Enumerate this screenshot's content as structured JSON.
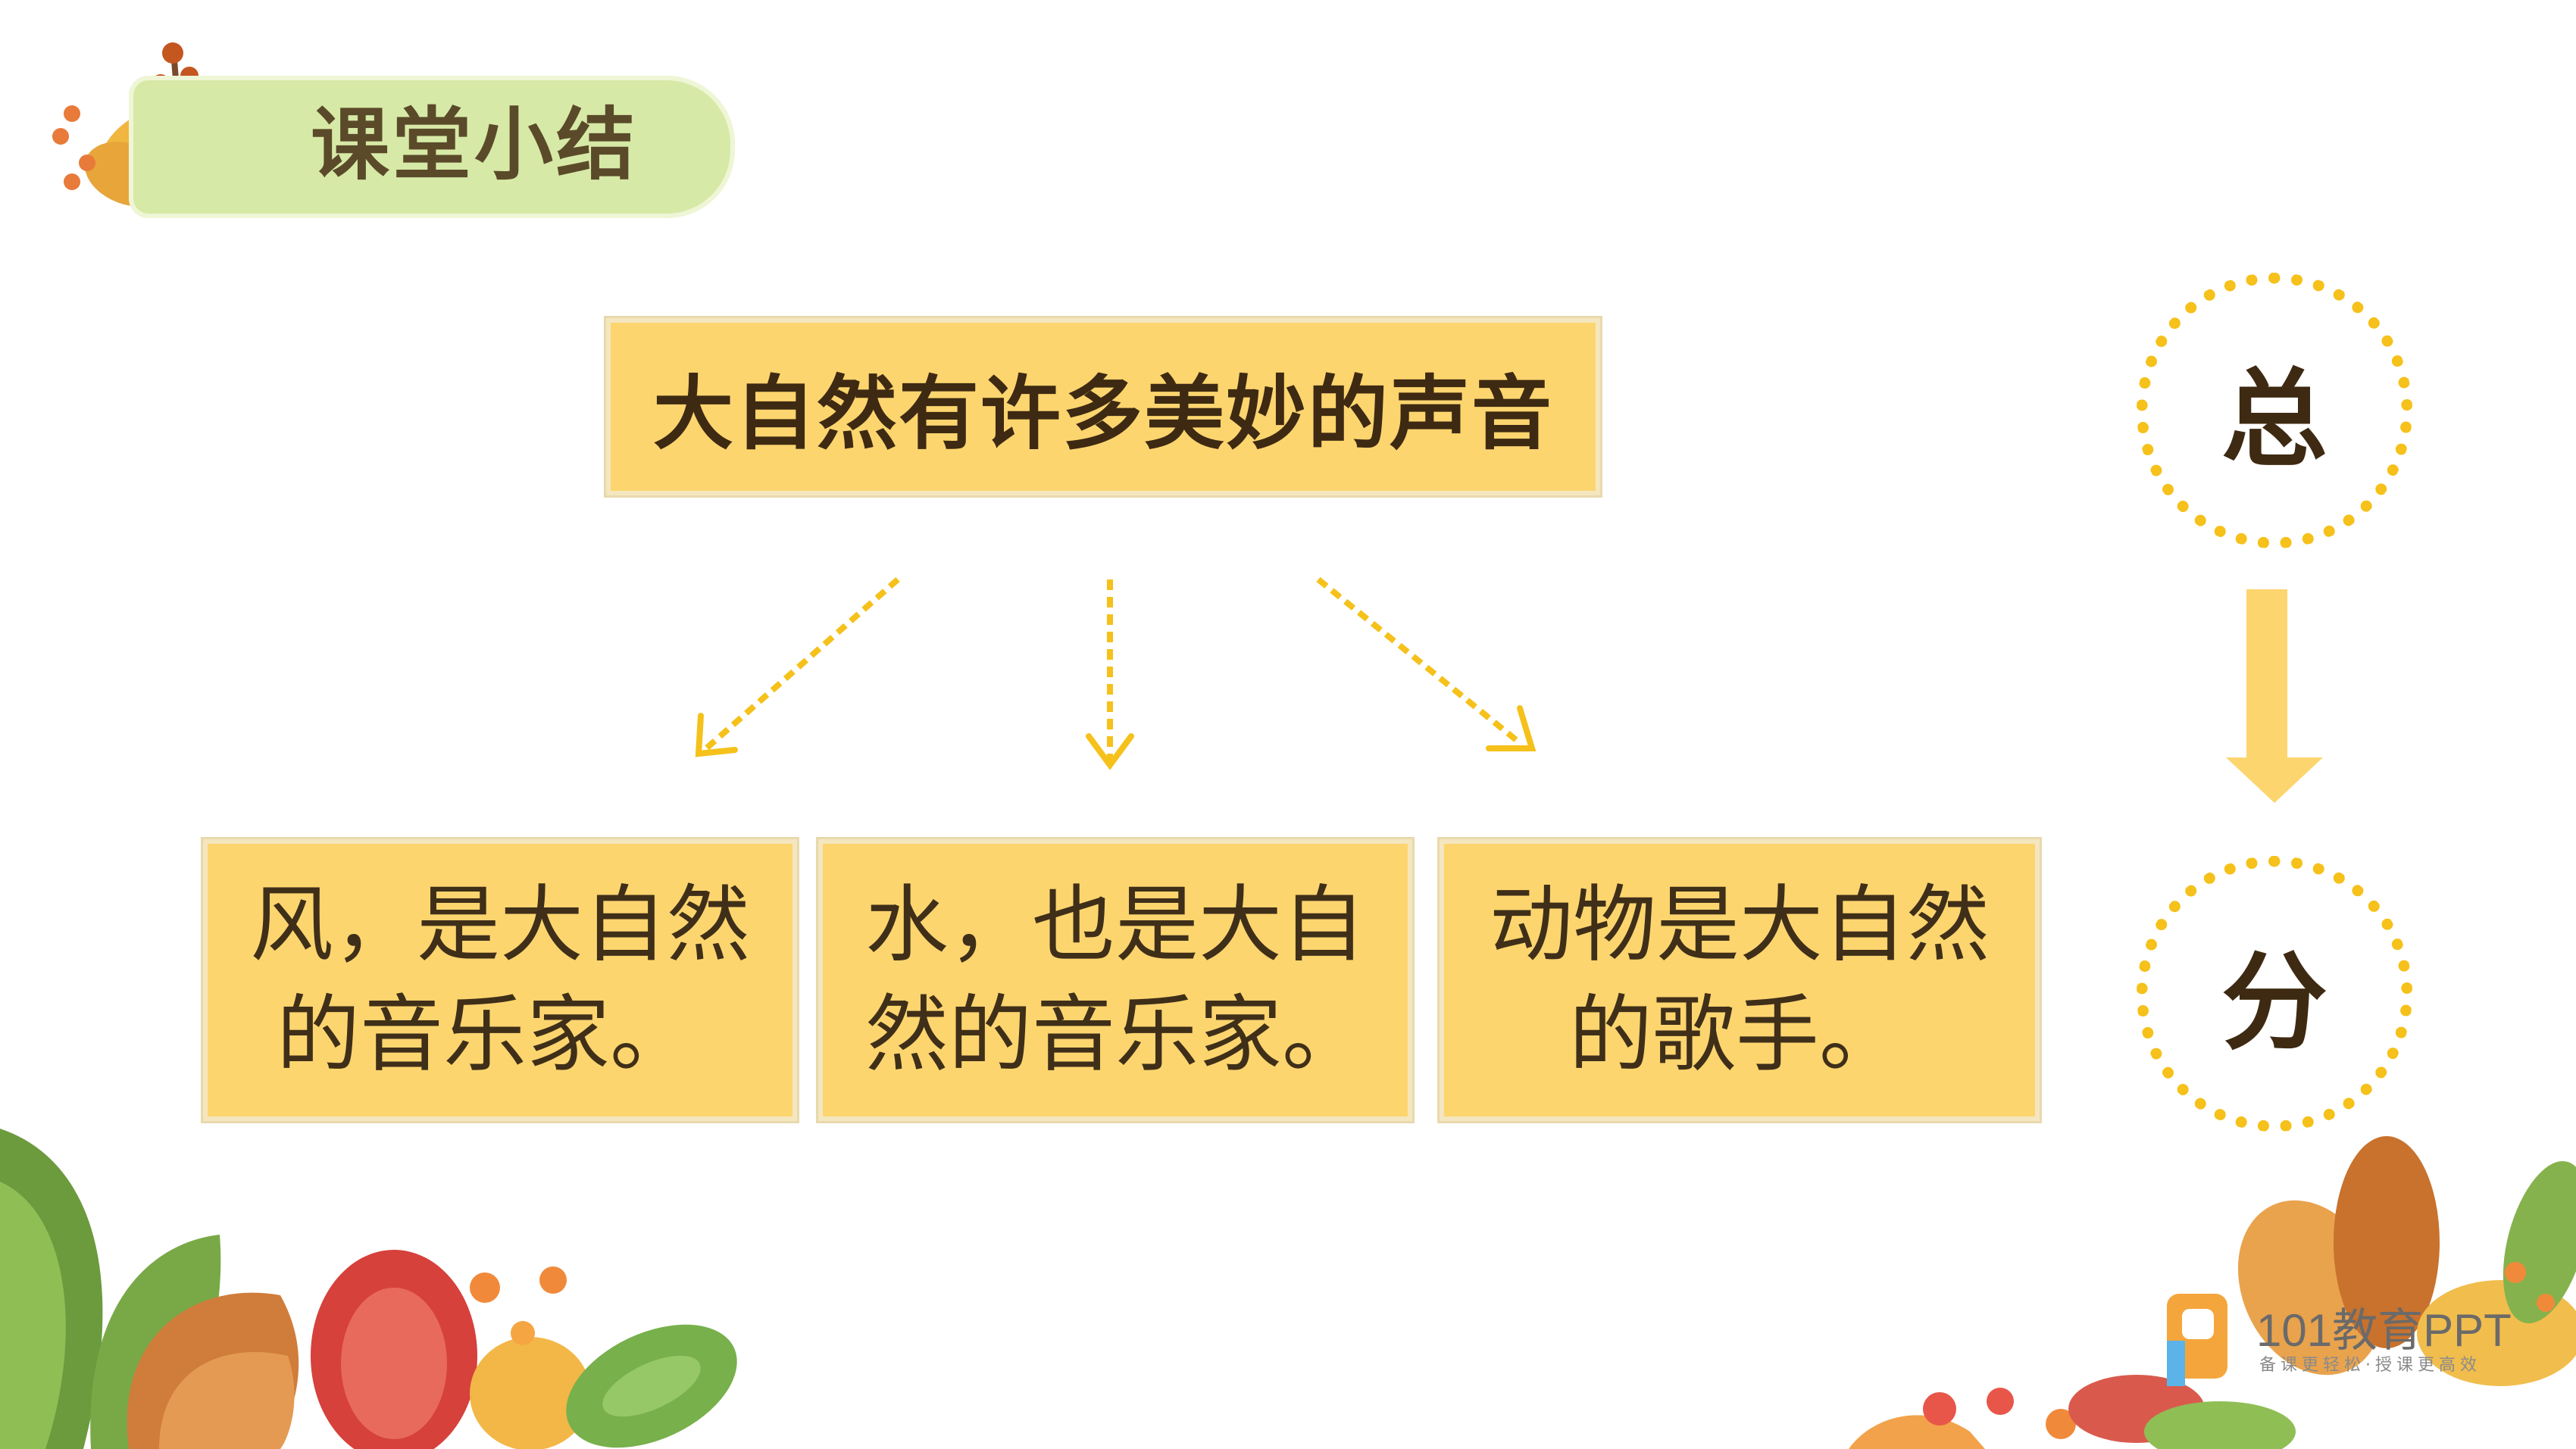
{
  "slide": {
    "header_title": "课堂小结",
    "main_statement": "大自然有许多美妙的声音",
    "sub_items": [
      "风，是大自然\n 的音乐家。",
      "水，也是大自\n然的音乐家。",
      "动物是大自然\n   的歌手。"
    ],
    "structure": {
      "top_label": "总",
      "bottom_label": "分"
    },
    "logo": {
      "brand": "101教育PPT",
      "slogan": "备课更轻松·授课更高效"
    }
  },
  "colors": {
    "box_fill": "#fdd56f",
    "accent": "#f5c11a",
    "header_fill": "#d7e9a6",
    "text_dark": "#3e2a12"
  }
}
